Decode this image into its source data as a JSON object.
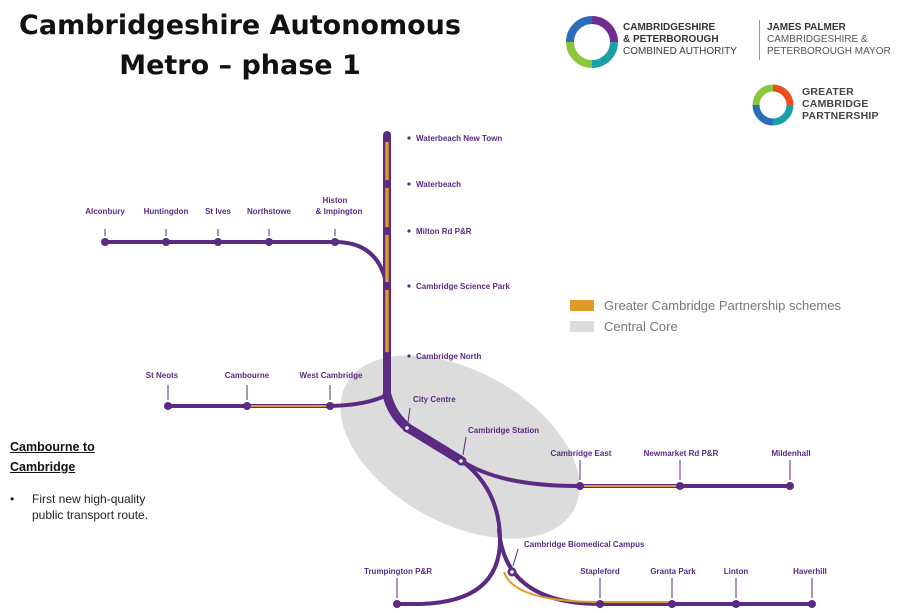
{
  "title_line1": "Cambridgeshire Autonomous",
  "title_line2": "Metro – phase 1",
  "logos": {
    "combined_authority": {
      "line1": "CAMBRIDGESHIRE",
      "line2": "& PETERBOROUGH",
      "line3": "COMBINED AUTHORITY"
    },
    "mayor": {
      "line1": "JAMES PALMER",
      "line2": "CAMBRIDGESHIRE &",
      "line3": "PETERBOROUGH MAYOR"
    },
    "gcp": {
      "line1": "GREATER",
      "line2": "CAMBRIDGE",
      "line3": "PARTNERSHIP"
    }
  },
  "legend": [
    {
      "label": "Greater Cambridge Partnership schemes",
      "color": "#e09a2a"
    },
    {
      "label": "Central Core",
      "color": "#dcdcdc"
    }
  ],
  "sidebar": {
    "heading_line1": "Cambourne to",
    "heading_line2": "Cambridge",
    "bullet_symbol": "•",
    "bullet_text": "First new high-quality public transport route."
  },
  "colors": {
    "line": "#5b2a82",
    "gcp": "#e09a2a",
    "core": "#dcdcdc"
  },
  "stations": {
    "waterbeach_new_town": "Waterbeach New Town",
    "waterbeach": "Waterbeach",
    "milton_rd": "Milton Rd P&R",
    "science_park": "Cambridge Science Park",
    "cambridge_north": "Cambridge North",
    "alconbury": "Alconbury",
    "huntingdon": "Huntingdon",
    "st_ives": "St Ives",
    "northstowe": "Northstowe",
    "histon_1": "Histon",
    "histon_2": "& Impington",
    "st_neots": "St Neots",
    "cambourne": "Cambourne",
    "west_cambridge": "West Cambridge",
    "city_centre": "City Centre",
    "cambridge_station": "Cambridge Station",
    "cambridge_east": "Cambridge East",
    "newmarket_rd": "Newmarket Rd P&R",
    "mildenhall": "Mildenhall",
    "biomedical": "Cambridge Biomedical Campus",
    "trumpington": "Trumpington P&R",
    "stapleford": "Stapleford",
    "granta_park": "Granta Park",
    "linton": "Linton",
    "haverhill": "Haverhill"
  }
}
